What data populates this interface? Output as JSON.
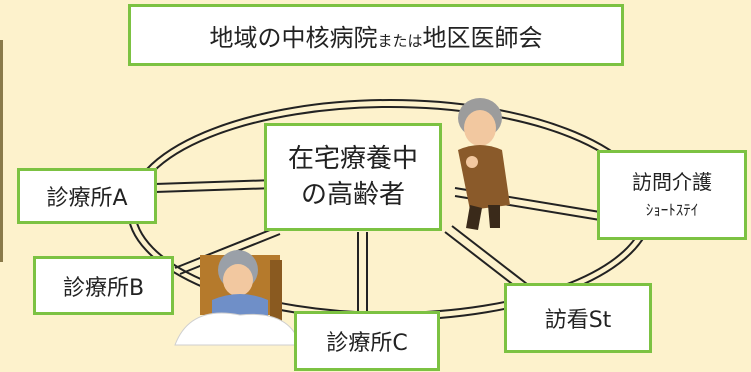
{
  "header": {
    "main": "地域の中核病院",
    "small": "または",
    "tail": "地区医師会"
  },
  "center": {
    "line1": "在宅療養中",
    "line2": "の高齢者"
  },
  "nodes": {
    "clinic_a": "診療所A",
    "clinic_b": "診療所B",
    "clinic_c": "診療所C",
    "visiting_nurse": "訪看St",
    "care_line1": "訪問介護",
    "care_line2": "ｼｮｰﾄｽﾃｲ"
  },
  "colors": {
    "background": "#fdf2cc",
    "box_border": "#7cc242",
    "line": "#222222"
  }
}
